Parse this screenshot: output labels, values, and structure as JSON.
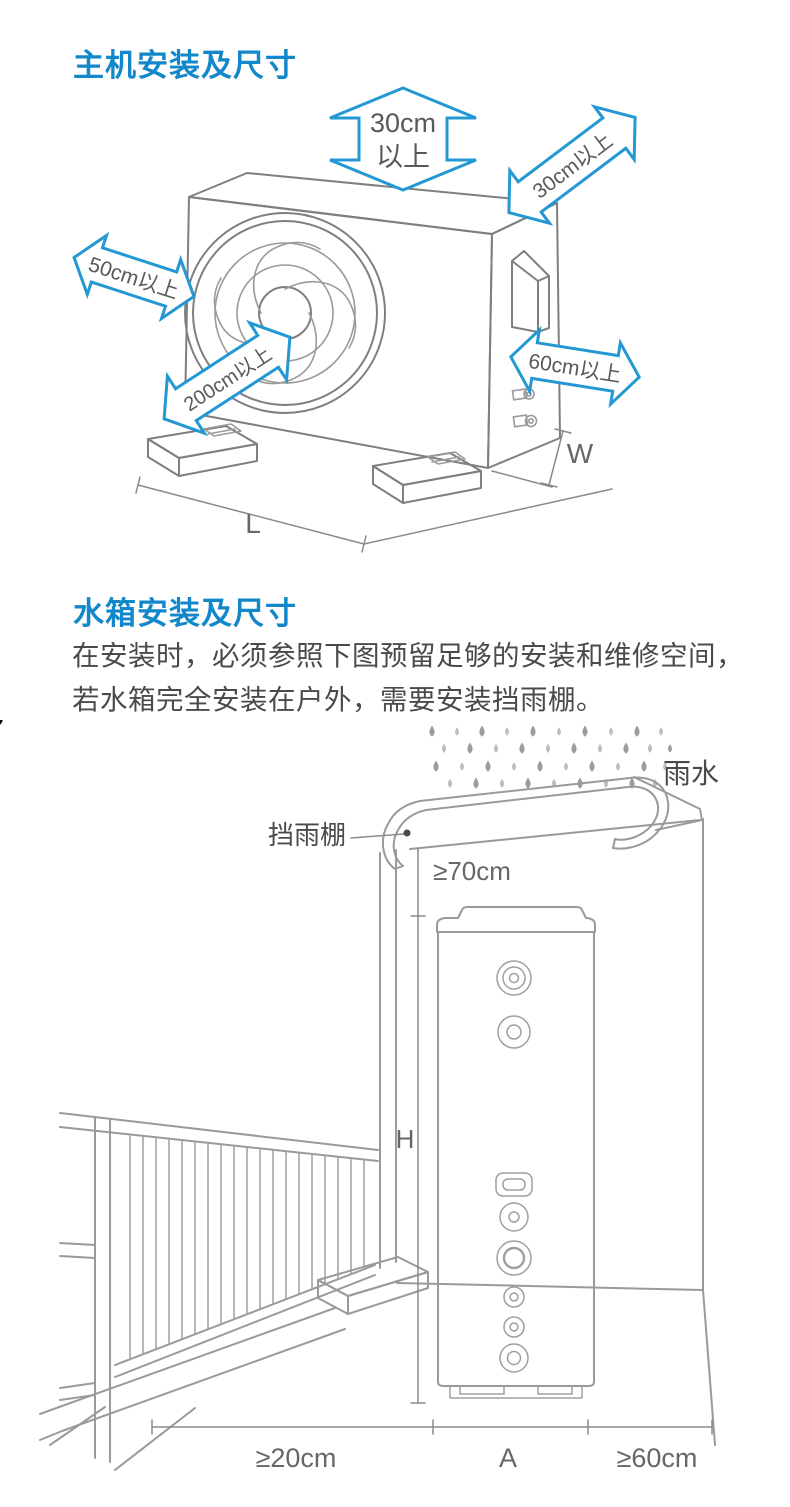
{
  "page": {
    "background": "#ffffff",
    "accent_blue": "#1287C9",
    "arrow_blue": "#2398D2",
    "line_gray": "#8a8a8a",
    "body_text_color": "#4A4A4A"
  },
  "main_unit_section": {
    "heading": "主机安装及尺寸",
    "clearances": {
      "top_line1": "30cm",
      "top_line2": "以上",
      "back": "30cm以上",
      "left": "50cm以上",
      "front": "200cm以上",
      "right": "60cm以上"
    },
    "dims": {
      "length": "L",
      "width": "W"
    }
  },
  "tank_section": {
    "heading": "水箱安装及尺寸",
    "body_line1": "在安装时，必须参照下图预留足够的安装和维修空间，",
    "body_line2": "若水箱完全安装在户外，需要安装挡雨棚。",
    "labels": {
      "rain": "雨水",
      "canopy": "挡雨棚",
      "top_clearance": "≥70cm",
      "height": "H",
      "left_clearance": "≥20cm",
      "tank_width": "A",
      "right_clearance": "≥60cm"
    }
  }
}
